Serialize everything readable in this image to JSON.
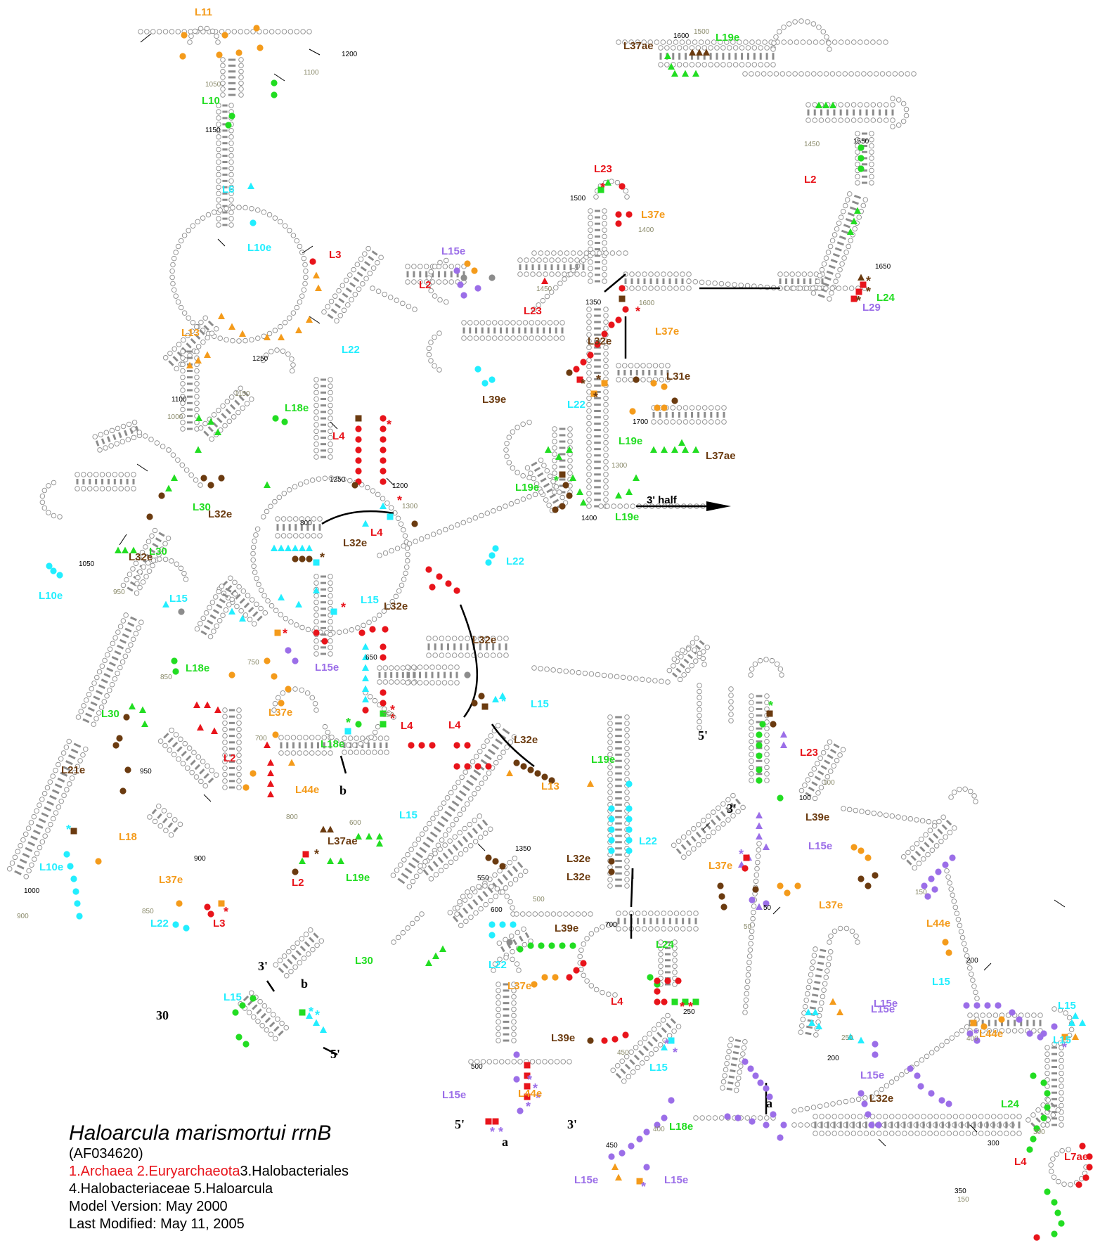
{
  "colors": {
    "red": "#e8141b",
    "orange": "#f49b1b",
    "green": "#22dd22",
    "cyan": "#22eeff",
    "brown": "#6b3b10",
    "purple": "#9b6ee8",
    "gray": "#8c8c8c"
  },
  "info": {
    "title": "Haloarcula marismortui rrnB",
    "accession": "(AF034620)",
    "tax_red": "1.Archaea 2.Euryarchaeota",
    "tax_black1": "3.Halobacteriales",
    "tax_black2": "4.Halobacteriaceae 5.Haloarcula",
    "model_version": "Model Version: May 2000",
    "last_modified": "Last Modified: May 11, 2005"
  },
  "labels": [
    {
      "text": "L11",
      "color": "orange"
    },
    {
      "text": "L10",
      "color": "green"
    },
    {
      "text": "L6",
      "color": "cyan"
    },
    {
      "text": "L10e",
      "color": "cyan"
    },
    {
      "text": "L3",
      "color": "red"
    },
    {
      "text": "L13",
      "color": "orange"
    },
    {
      "text": "L18e",
      "color": "green"
    },
    {
      "text": "L30",
      "color": "green"
    },
    {
      "text": "L32e",
      "color": "brown"
    },
    {
      "text": "L32e",
      "color": "brown"
    },
    {
      "text": "L30",
      "color": "green"
    },
    {
      "text": "L10e",
      "color": "cyan"
    },
    {
      "text": "L15",
      "color": "cyan"
    },
    {
      "text": "L18e",
      "color": "green"
    },
    {
      "text": "L30",
      "color": "green"
    },
    {
      "text": "L21e",
      "color": "brown"
    },
    {
      "text": "L18",
      "color": "orange"
    },
    {
      "text": "L10e",
      "color": "cyan"
    },
    {
      "text": "L37e",
      "color": "orange"
    },
    {
      "text": "L22",
      "color": "cyan"
    },
    {
      "text": "L3",
      "color": "red"
    },
    {
      "text": "L2",
      "color": "red"
    },
    {
      "text": "L37e",
      "color": "orange"
    },
    {
      "text": "L15e",
      "color": "purple"
    },
    {
      "text": "L4",
      "color": "red"
    },
    {
      "text": "L32e",
      "color": "brown"
    },
    {
      "text": "L15",
      "color": "cyan"
    },
    {
      "text": "L32e",
      "color": "brown"
    },
    {
      "text": "L4",
      "color": "red"
    },
    {
      "text": "L44e",
      "color": "orange"
    },
    {
      "text": "L18e",
      "color": "green"
    },
    {
      "text": "L15",
      "color": "cyan"
    },
    {
      "text": "L37ae",
      "color": "brown"
    },
    {
      "text": "L2",
      "color": "red"
    },
    {
      "text": "L19e",
      "color": "green"
    },
    {
      "text": "L4",
      "color": "red"
    },
    {
      "text": "L22",
      "color": "cyan"
    },
    {
      "text": "L32e",
      "color": "brown"
    },
    {
      "text": "L15",
      "color": "cyan"
    },
    {
      "text": "L4",
      "color": "red"
    },
    {
      "text": "L32e",
      "color": "brown"
    },
    {
      "text": "L13",
      "color": "orange"
    },
    {
      "text": "L22",
      "color": "cyan"
    },
    {
      "text": "L32e",
      "color": "brown"
    },
    {
      "text": "L32e",
      "color": "brown"
    },
    {
      "text": "L30",
      "color": "green"
    },
    {
      "text": "L39e",
      "color": "brown"
    },
    {
      "text": "L22",
      "color": "cyan"
    },
    {
      "text": "L37e",
      "color": "orange"
    },
    {
      "text": "L24",
      "color": "green"
    },
    {
      "text": "L4",
      "color": "red"
    },
    {
      "text": "L39e",
      "color": "brown"
    },
    {
      "text": "L15",
      "color": "cyan"
    },
    {
      "text": "L19e",
      "color": "green"
    },
    {
      "text": "L23",
      "color": "red"
    },
    {
      "text": "L37e",
      "color": "orange"
    },
    {
      "text": "L15e",
      "color": "purple"
    },
    {
      "text": "L2",
      "color": "red"
    },
    {
      "text": "L23",
      "color": "red"
    },
    {
      "text": "L32e",
      "color": "brown"
    },
    {
      "text": "L22",
      "color": "cyan"
    },
    {
      "text": "L39e",
      "color": "brown"
    },
    {
      "text": "L37e",
      "color": "orange"
    },
    {
      "text": "L22",
      "color": "cyan"
    },
    {
      "text": "L31e",
      "color": "brown"
    },
    {
      "text": "L19e",
      "color": "green"
    },
    {
      "text": "L19e",
      "color": "green"
    },
    {
      "text": "L37ae",
      "color": "brown"
    },
    {
      "text": "L19e",
      "color": "green"
    },
    {
      "text": "L19e",
      "color": "green"
    },
    {
      "text": "L37ae",
      "color": "brown"
    },
    {
      "text": "L2",
      "color": "red"
    },
    {
      "text": "L24",
      "color": "green"
    },
    {
      "text": "L29",
      "color": "purple"
    },
    {
      "text": "L23",
      "color": "red"
    },
    {
      "text": "L39e",
      "color": "brown"
    },
    {
      "text": "L37e",
      "color": "orange"
    },
    {
      "text": "L15e",
      "color": "purple"
    },
    {
      "text": "L37e",
      "color": "orange"
    },
    {
      "text": "L44e",
      "color": "orange"
    },
    {
      "text": "L15",
      "color": "cyan"
    },
    {
      "text": "L15e",
      "color": "purple"
    },
    {
      "text": "L15",
      "color": "cyan"
    },
    {
      "text": "L15e",
      "color": "purple"
    },
    {
      "text": "L44e",
      "color": "orange"
    },
    {
      "text": "L15e",
      "color": "purple"
    },
    {
      "text": "L15",
      "color": "cyan"
    },
    {
      "text": "L32e",
      "color": "brown"
    },
    {
      "text": "L24",
      "color": "green"
    },
    {
      "text": "L4",
      "color": "red"
    },
    {
      "text": "L7ae",
      "color": "red"
    },
    {
      "text": "L15e",
      "color": "purple"
    },
    {
      "text": "L44e",
      "color": "orange"
    },
    {
      "text": "L15e",
      "color": "purple"
    },
    {
      "text": "L15e",
      "color": "purple"
    },
    {
      "text": "L18e",
      "color": "green"
    },
    {
      "text": "L15",
      "color": "cyan"
    }
  ],
  "numbers": [
    "1200",
    "1100",
    "1050",
    "1150",
    "1250",
    "1150",
    "1100",
    "1000",
    "1050",
    "950",
    "900",
    "850",
    "950",
    "1000",
    "900",
    "850",
    "750",
    "800",
    "700",
    "650",
    "750",
    "600",
    "800",
    "1300",
    "1250",
    "1200",
    "1350",
    "550",
    "600",
    "500",
    "500",
    "250",
    "450",
    "450",
    "400",
    "400",
    "200",
    "250",
    "300",
    "300",
    "350",
    "150",
    "150",
    "200",
    "100",
    "100",
    "50",
    "50",
    "1500",
    "1400",
    "1450",
    "1350",
    "1600",
    "1700",
    "1300",
    "1400",
    "1600",
    "1500",
    "1450",
    "1550",
    "1650",
    "700"
  ],
  "signs": [
    "b",
    "b",
    "a",
    "a",
    "30",
    "5'",
    "3'",
    "3'",
    "5'",
    "5'",
    "3'"
  ],
  "arrow_label": "3' half"
}
